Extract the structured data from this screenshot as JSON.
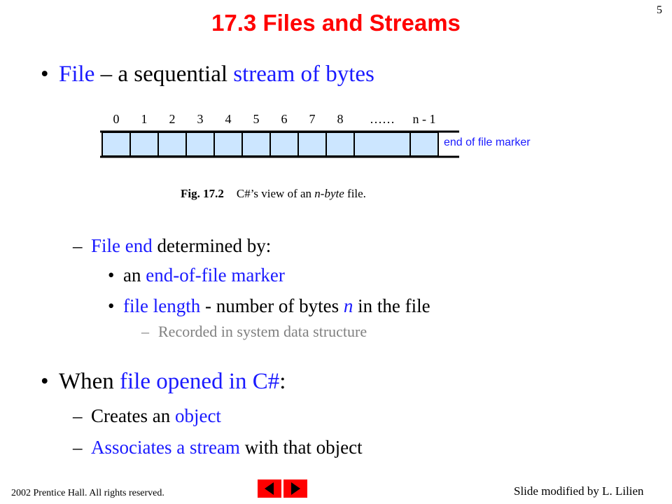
{
  "slide": {
    "page_number": "5",
    "title": "17.3 Files and Streams"
  },
  "bullet_file": {
    "marker": "•",
    "t1": "File",
    "t2": " – a sequential ",
    "t3": "stream of bytes"
  },
  "figure": {
    "indices": [
      "0",
      "1",
      "2",
      "3",
      "4",
      "5",
      "6",
      "7",
      "8",
      "……",
      "n - 1"
    ],
    "eof_label": "end of file marker",
    "caption_label": "Fig. 17.2",
    "caption_t1": "C#’s view of an ",
    "caption_t2": "n-byte",
    "caption_t3": " file.",
    "cell_fill": "#cce6ff"
  },
  "sub_file_end": {
    "marker": "–",
    "t1": "File end",
    "t2": " determined by:"
  },
  "item_eof": {
    "marker": "•",
    "t1": "an ",
    "t2": "end-of-file marker"
  },
  "item_length": {
    "marker": "•",
    "t1": "file length",
    "t2": " - number of bytes ",
    "t3": "n",
    "t4": " in the file"
  },
  "item_recorded": {
    "marker": "–",
    "t1": "Recorded in system data structure"
  },
  "bullet_opened": {
    "marker": "•",
    "t1": "When ",
    "t2": "file opened in C#",
    "t3": ":"
  },
  "sub_creates": {
    "marker": "–",
    "t1": "Creates an ",
    "t2": "object"
  },
  "sub_associates": {
    "marker": "–",
    "t1": "Associates a stream",
    "t2": " with that object"
  },
  "footer": {
    "copyright_symbol": "",
    "copyright": "  2002 Prentice Hall.  All rights reserved.",
    "modified_by": "Slide modified by L. Lilien"
  },
  "colors": {
    "title": "#ff0000",
    "keyword": "#1a1aff",
    "cell_fill": "#cce6ff",
    "nav_button": "#ff0000"
  },
  "icons": {
    "nav_prev": "left-arrow-icon",
    "nav_next": "right-arrow-icon"
  }
}
